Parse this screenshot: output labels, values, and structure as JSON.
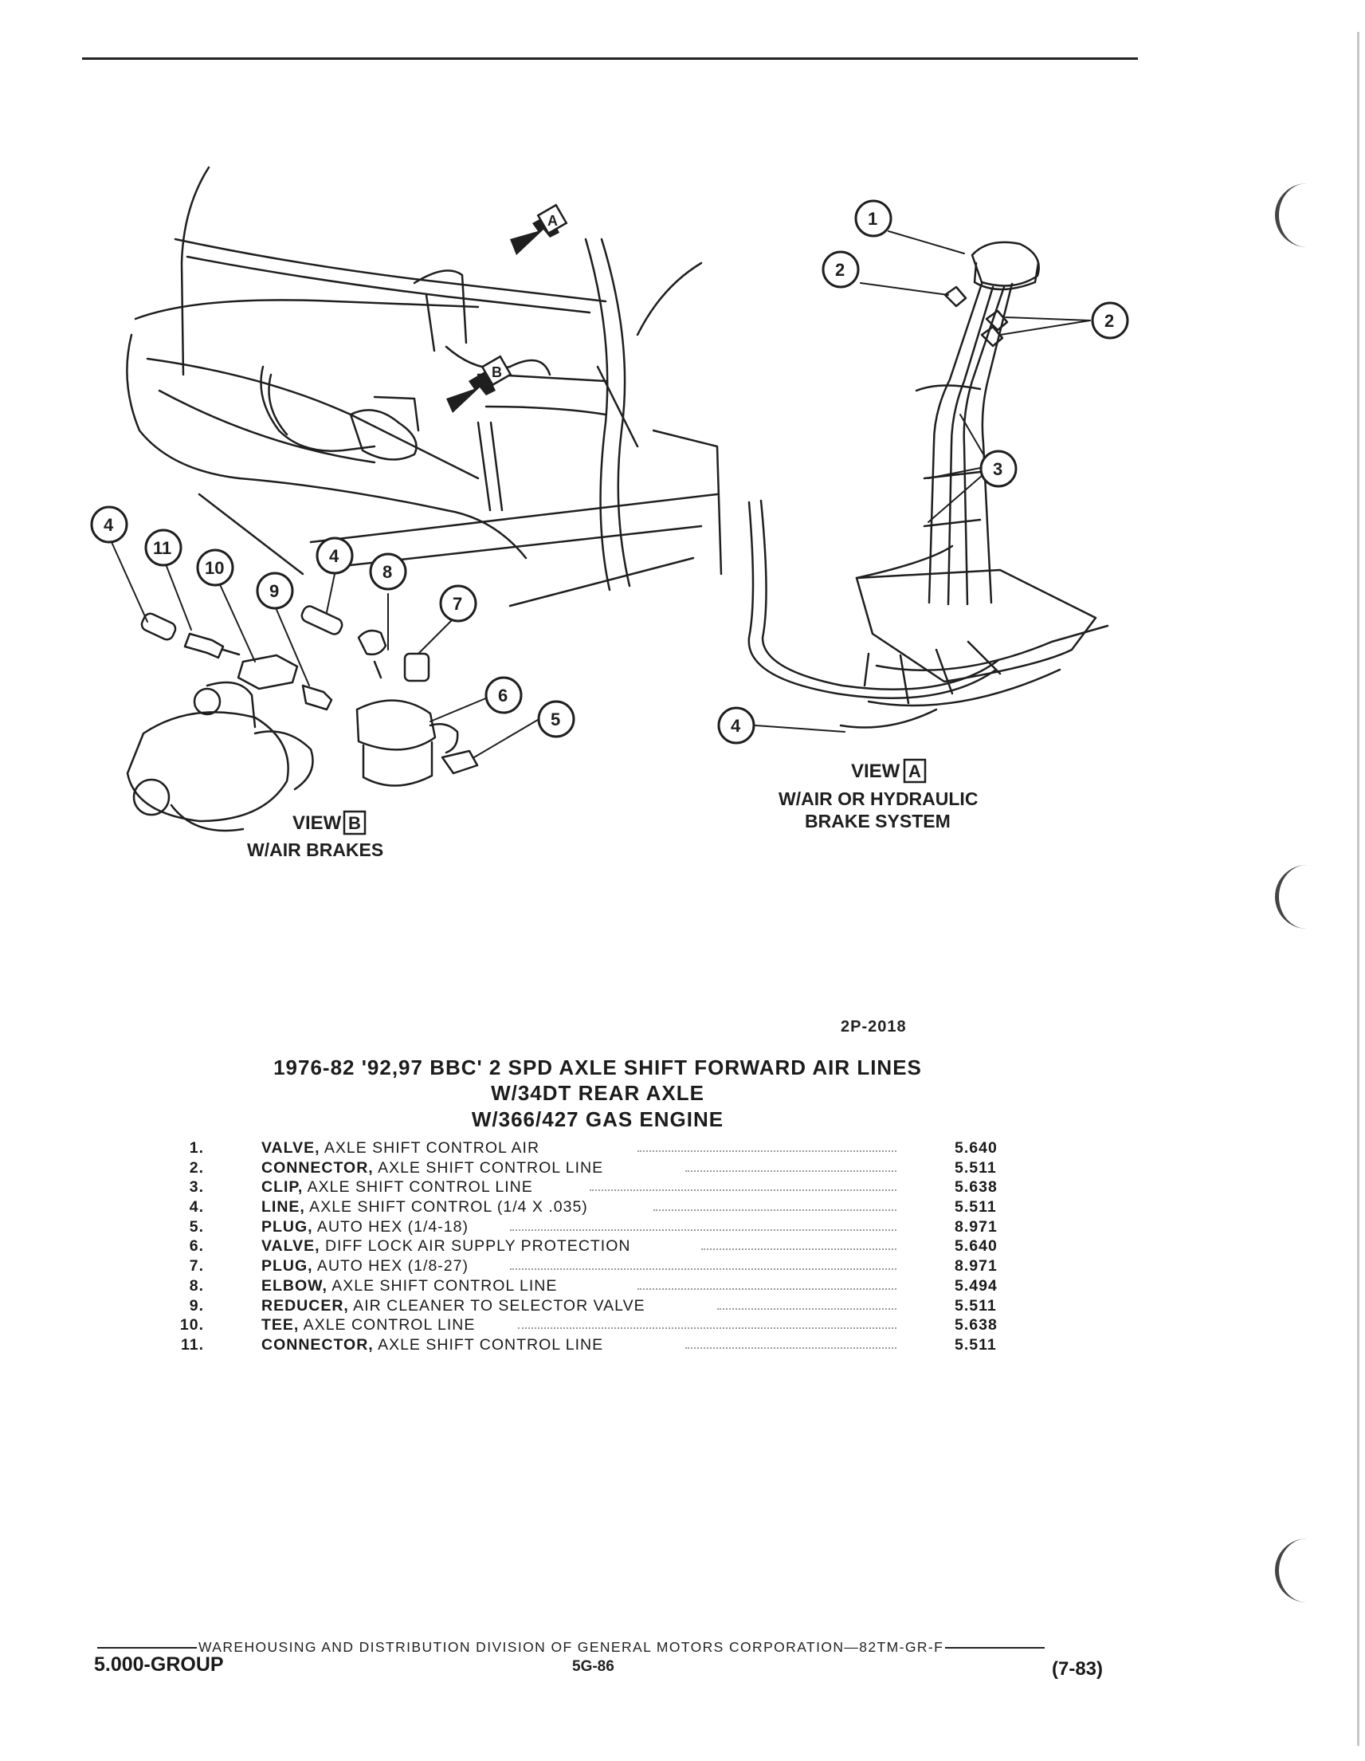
{
  "figure": {
    "view_b": {
      "title": "VIEW",
      "letter": "B",
      "caption": "W/AIR BRAKES"
    },
    "view_a": {
      "title": "VIEW",
      "letter": "A",
      "caption_line1": "W/AIR OR HYDRAULIC",
      "caption_line2": "BRAKE SYSTEM"
    },
    "arrow_a_letter": "A",
    "arrow_b_letter": "B",
    "callouts_b": [
      "4",
      "11",
      "10",
      "9",
      "4",
      "8",
      "7",
      "6",
      "5"
    ],
    "callouts_a": [
      "1",
      "2",
      "2",
      "3",
      "4"
    ],
    "figure_code": "2P-2018"
  },
  "heading": {
    "line1": "1976-82 '92,97 BBC' 2 SPD AXLE SHIFT FORWARD AIR LINES",
    "line2": "W/34DT REAR AXLE",
    "line3": "W/366/427 GAS ENGINE"
  },
  "parts": [
    {
      "num": "1.",
      "name": "VALVE,",
      "desc": " AXLE SHIFT CONTROL AIR",
      "ref": "5.640"
    },
    {
      "num": "2.",
      "name": "CONNECTOR,",
      "desc": " AXLE SHIFT CONTROL LINE",
      "ref": "5.511"
    },
    {
      "num": "3.",
      "name": "CLIP,",
      "desc": " AXLE SHIFT CONTROL LINE",
      "ref": "5.638"
    },
    {
      "num": "4.",
      "name": "LINE,",
      "desc": " AXLE SHIFT CONTROL (1/4 X .035)",
      "ref": "5.511"
    },
    {
      "num": "5.",
      "name": "PLUG,",
      "desc": " AUTO HEX (1/4-18)",
      "ref": "8.971"
    },
    {
      "num": "6.",
      "name": "VALVE,",
      "desc": " DIFF LOCK AIR SUPPLY PROTECTION",
      "ref": "5.640"
    },
    {
      "num": "7.",
      "name": "PLUG,",
      "desc": " AUTO HEX (1/8-27)",
      "ref": "8.971"
    },
    {
      "num": "8.",
      "name": "ELBOW,",
      "desc": " AXLE SHIFT CONTROL LINE",
      "ref": "5.494"
    },
    {
      "num": "9.",
      "name": "REDUCER,",
      "desc": " AIR CLEANER TO SELECTOR VALVE",
      "ref": "5.511"
    },
    {
      "num": "10.",
      "name": "TEE,",
      "desc": " AXLE CONTROL LINE",
      "ref": "5.638"
    },
    {
      "num": "11.",
      "name": "CONNECTOR,",
      "desc": " AXLE SHIFT CONTROL LINE",
      "ref": "5.511"
    }
  ],
  "footer": {
    "division": "WAREHOUSING AND DISTRIBUTION DIVISION OF GENERAL MOTORS CORPORATION—82TM-GR-F",
    "group": "5.000-GROUP",
    "page": "5G-86",
    "date_code": "(7-83)"
  }
}
